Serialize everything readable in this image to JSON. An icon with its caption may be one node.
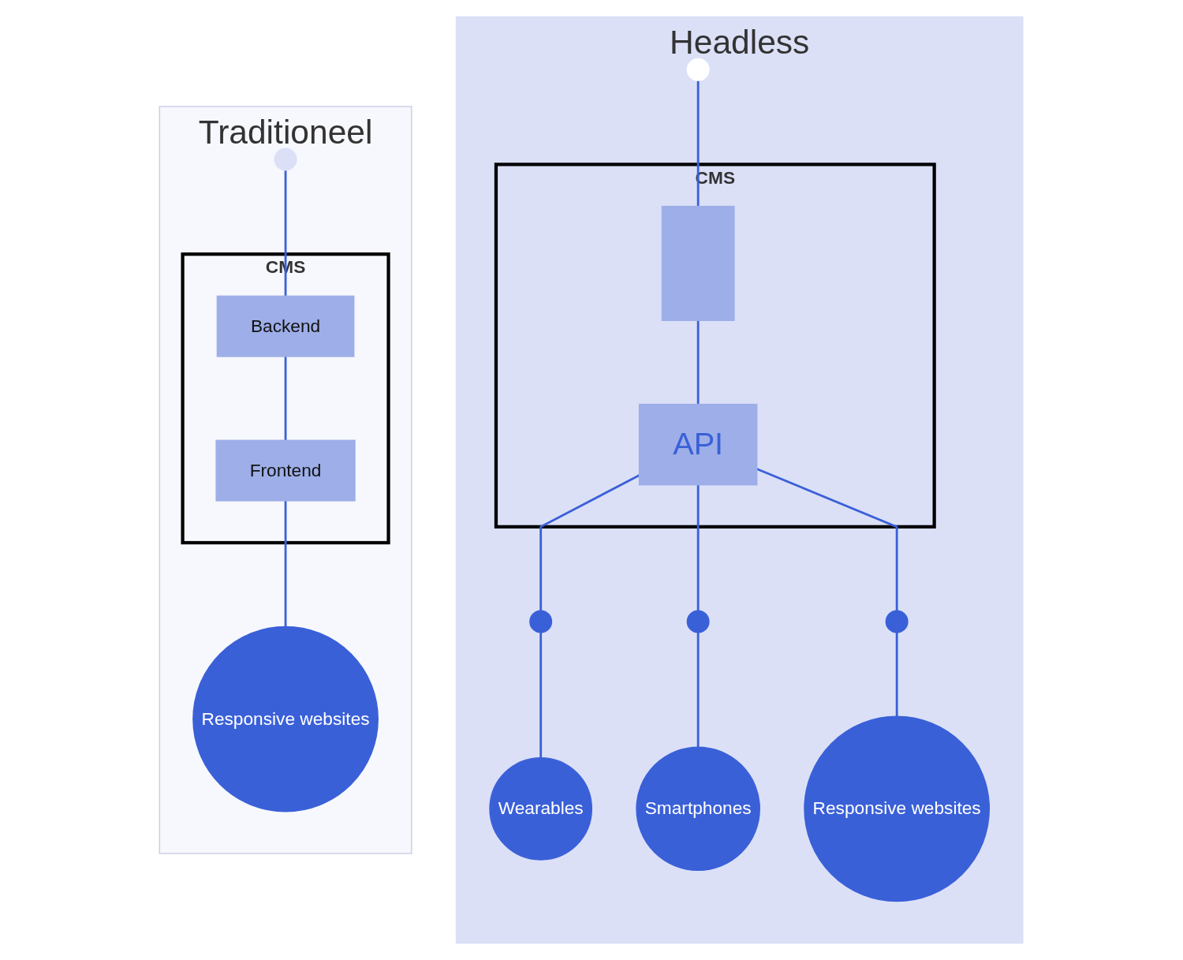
{
  "diagram": {
    "nodes": [
      {
        "text": [
          "Traditioneel"
        ]
      },
      {
        "text": [],
        "shape": "person",
        "in": 0
      },
      {
        "text": [
          "CMS"
        ],
        "in": 0
      },
      {
        "text": [
          "Backend"
        ],
        "in": 2
      },
      {
        "text": [
          "Frontend"
        ],
        "in": 2
      },
      {
        "text": [
          "Responsive websites"
        ],
        "in": 0
      },
      {
        "text": [
          "Headless"
        ]
      },
      {
        "text": [],
        "shape": "person",
        "in": 6
      },
      {
        "text": [
          "CMS"
        ],
        "in": 6
      },
      {
        "text": [],
        "shape": "box",
        "in": 8
      },
      {
        "text": [
          "API"
        ],
        "in": 8
      },
      {
        "text": [],
        "shape": "circle",
        "in": 6
      },
      {
        "text": [],
        "shape": "circle",
        "in": 6
      },
      {
        "text": [],
        "shape": "circle",
        "in": 6
      },
      {
        "text": [
          "Wearables"
        ],
        "in": 6
      },
      {
        "text": [
          "Smartphones"
        ],
        "in": 6
      },
      {
        "text": [
          "Responsive websites"
        ],
        "in": 6
      }
    ],
    "edges": [
      {
        "from": 1,
        "to": 3,
        "arrow": "none"
      },
      {
        "from": 3,
        "to": 4,
        "arrow": "none"
      },
      {
        "from": 4,
        "to": 5,
        "arrow": "none"
      },
      {
        "from": 7,
        "to": 9,
        "arrow": "none"
      },
      {
        "from": 9,
        "to": 10,
        "arrow": "none"
      },
      {
        "from": 10,
        "to": 11,
        "arrow": "none"
      },
      {
        "from": 10,
        "to": 12,
        "arrow": "none"
      },
      {
        "from": 10,
        "to": 13,
        "arrow": "none"
      },
      {
        "from": 11,
        "to": 14,
        "arrow": "none"
      },
      {
        "from": 12,
        "to": 15,
        "arrow": "none"
      },
      {
        "from": 13,
        "to": 16,
        "arrow": "none"
      }
    ]
  }
}
